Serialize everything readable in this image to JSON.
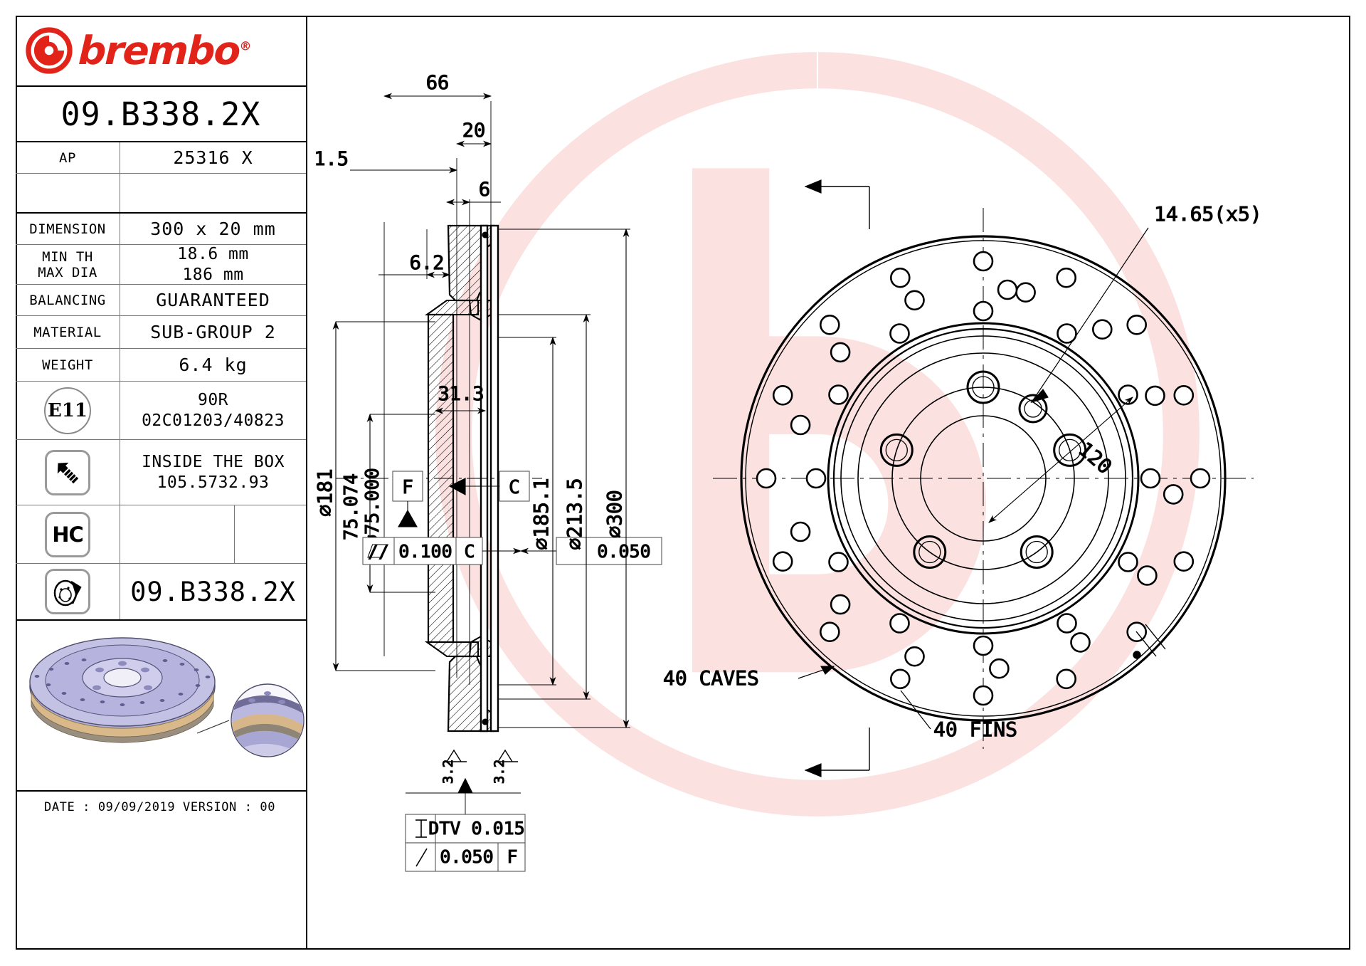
{
  "brand": {
    "name": "brembo",
    "registered": "®",
    "logo_icon": "brembo-b-logo"
  },
  "part": {
    "code": "09.B338.2X",
    "code_bottom": "09.B338.2X"
  },
  "table": {
    "ap_label": "AP",
    "ap_value": "25316 X",
    "rows": [
      {
        "label": "DIMENSION",
        "value": "300 x 20 mm"
      },
      {
        "label": "MIN TH",
        "label2": "MAX DIA",
        "value": "18.6 mm",
        "value2": "186 mm"
      },
      {
        "label": "BALANCING",
        "value": "GUARANTEED"
      },
      {
        "label": "MATERIAL",
        "value": "SUB-GROUP 2"
      },
      {
        "label": "WEIGHT",
        "value": "6.4 kg"
      }
    ],
    "e11": {
      "badge": "E11",
      "line1": "90R",
      "line2": "02C01203/40823"
    },
    "screw": {
      "icon": "screw-icon",
      "line1": "INSIDE THE BOX",
      "line2": "105.5732.93"
    },
    "hc": {
      "badge": "HC"
    },
    "disc": {
      "icon": "brake-disc-icon",
      "value": "09.B338.2X"
    }
  },
  "footer": {
    "date_text": "DATE : 09/09/2019 VERSION : 00"
  },
  "drawing": {
    "dim_66": "66",
    "dim_20": "20",
    "dim_6": "6",
    "dim_th": "△TH= 1.5",
    "dim_62": "6.2",
    "dim_313": "31.3",
    "dia_181": "⌀181",
    "dia_75074": "75.074",
    "dia_75000": "⌀75.000",
    "dia_1851": "⌀185.1",
    "dia_2135": "⌀213.5",
    "dia_300": "⌀300",
    "datum_F": "F",
    "datum_C": "C",
    "gdt_par_sym": "//",
    "gdt_par_val": "0.100",
    "gdt_par_dat": "C",
    "gdt_flat_sym": "▱",
    "gdt_flat_val": "0.050",
    "gdt_dtv_sym": "⌶",
    "gdt_dtv_val": "DTV 0.015",
    "gdt_run_sym": "↗",
    "gdt_run_val": "0.050",
    "gdt_run_dat": "F",
    "surf_left": "3.2",
    "surf_right": "3.2",
    "hole_note": "14.65(x5)",
    "pcd_note": "120",
    "caves_note": "40 CAVES",
    "fins_note": "40 FINS"
  },
  "colors": {
    "brand_red": "#e2231a",
    "line": "#000000",
    "section_fill": "#fbe6e2",
    "thumb_blue": "#b0aedb"
  }
}
